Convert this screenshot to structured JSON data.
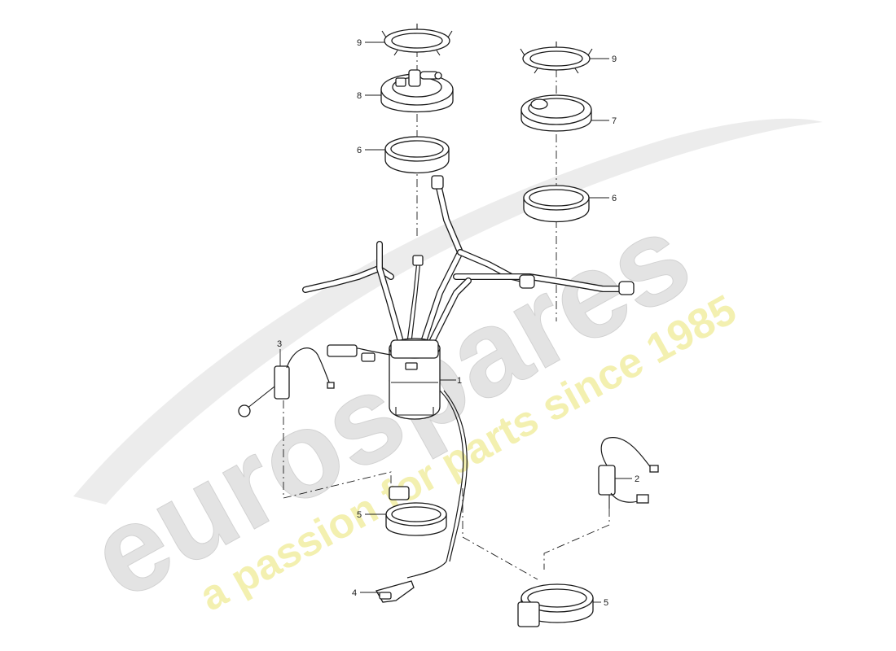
{
  "watermark": {
    "brand": "eurospares",
    "tagline": "a passion for parts since 1985",
    "brand_color": "#e3e3e3",
    "tagline_color": "#f3f0b0"
  },
  "callouts": [
    {
      "id": "c-9a",
      "label": "9"
    },
    {
      "id": "c-8",
      "label": "8"
    },
    {
      "id": "c-6a",
      "label": "6"
    },
    {
      "id": "c-9b",
      "label": "9"
    },
    {
      "id": "c-7",
      "label": "7"
    },
    {
      "id": "c-6b",
      "label": "6"
    },
    {
      "id": "c-3",
      "label": "3"
    },
    {
      "id": "c-1",
      "label": "1"
    },
    {
      "id": "c-5a",
      "label": "5"
    },
    {
      "id": "c-2",
      "label": "2"
    },
    {
      "id": "c-4",
      "label": "4"
    },
    {
      "id": "c-5b",
      "label": "5"
    }
  ]
}
